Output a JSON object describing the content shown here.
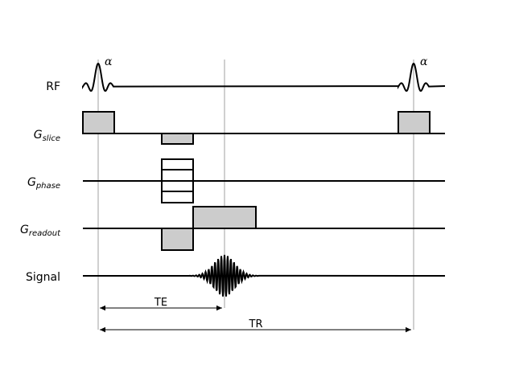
{
  "rows": {
    "rf": {
      "label": "RF"
    },
    "g_slice": {
      "label": "G",
      "subscript": "slice"
    },
    "g_phase": {
      "label": "G",
      "subscript": "phase"
    },
    "g_readout": {
      "label": "G",
      "subscript": "readout"
    },
    "signal": {
      "label": "Signal"
    }
  },
  "flip_angle_labels": [
    "α",
    "α"
  ],
  "intervals": {
    "te": {
      "label": "TE"
    },
    "tr": {
      "label": "TR"
    }
  },
  "colors": {
    "lobe_fill": "#cccccc",
    "guide_line": "#b0b0b0",
    "trace": "#000000"
  }
}
